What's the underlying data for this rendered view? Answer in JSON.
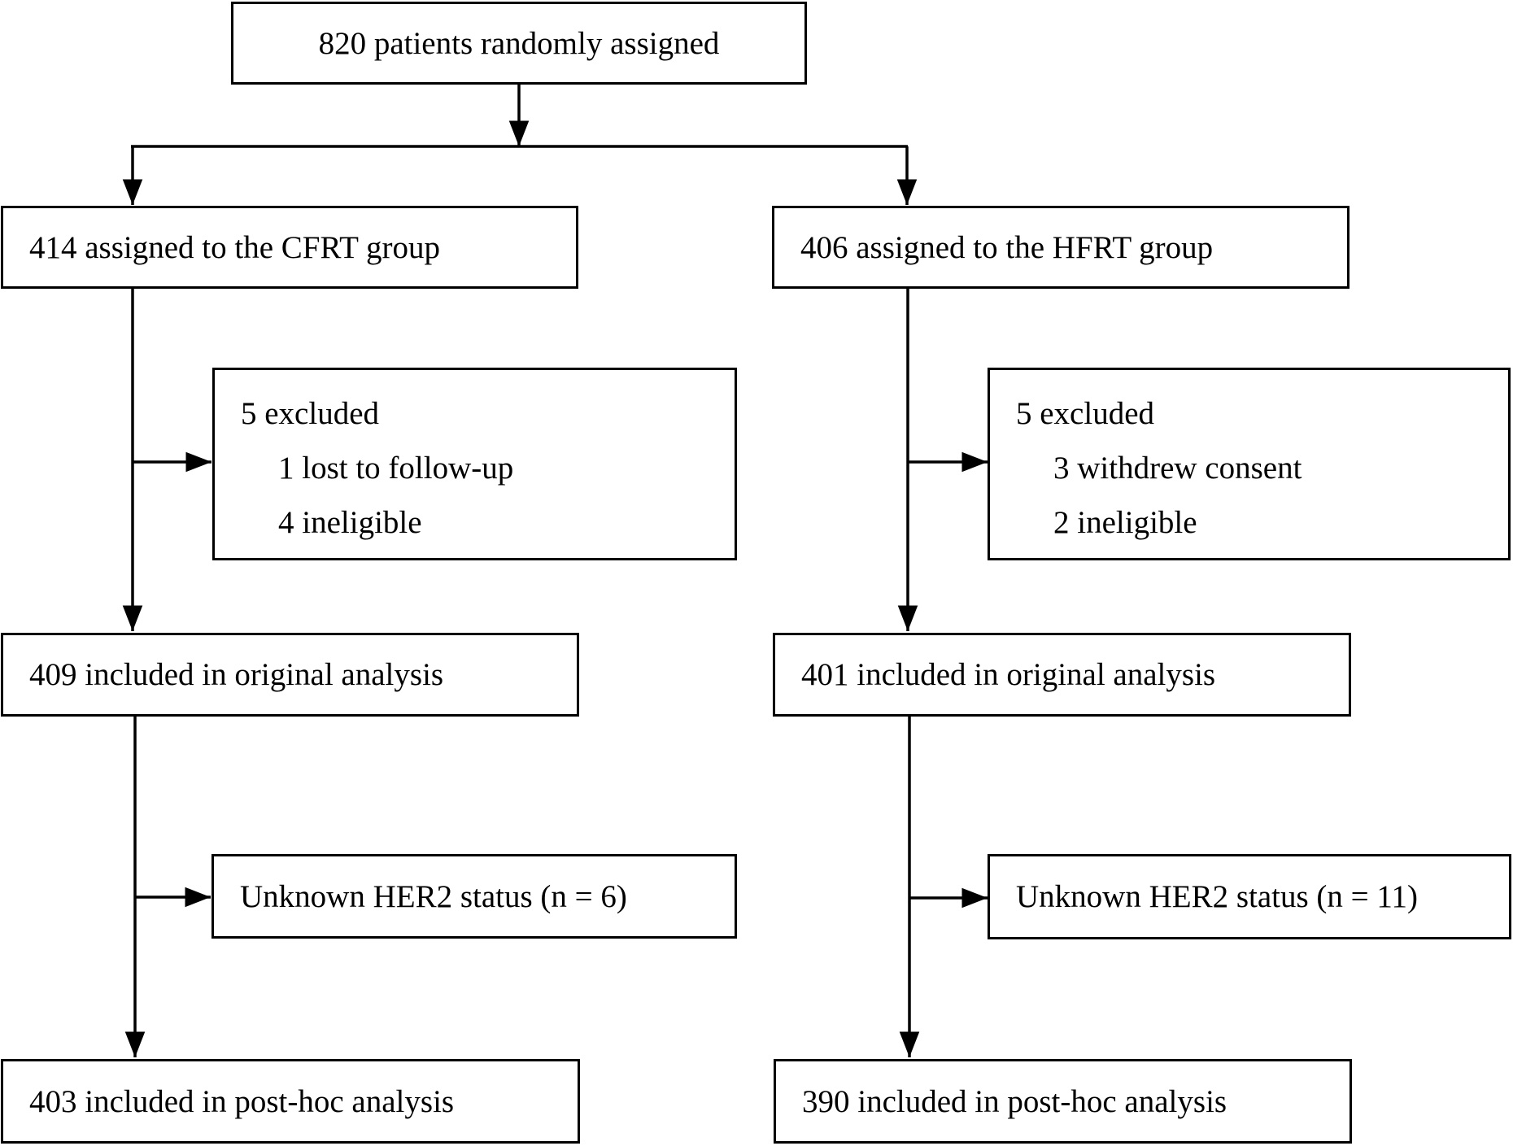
{
  "top": {
    "label": "820 patients randomly assigned"
  },
  "left_arm": {
    "assigned": "414 assigned to the CFRT group",
    "excluded": {
      "title": "5 excluded",
      "reasons": [
        "1 lost to follow-up",
        "4 ineligible"
      ]
    },
    "original_analysis": "409 included in original analysis",
    "unknown_her2": "Unknown HER2 status (n = 6)",
    "posthoc_analysis": "403 included in post-hoc analysis"
  },
  "right_arm": {
    "assigned": "406 assigned to the HFRT group",
    "excluded": {
      "title": "5 excluded",
      "reasons": [
        "3 withdrew consent",
        "2 ineligible"
      ]
    },
    "original_analysis": "401 included in original analysis",
    "unknown_her2": "Unknown HER2 status (n = 11)",
    "posthoc_analysis": "390 included in post-hoc analysis"
  }
}
